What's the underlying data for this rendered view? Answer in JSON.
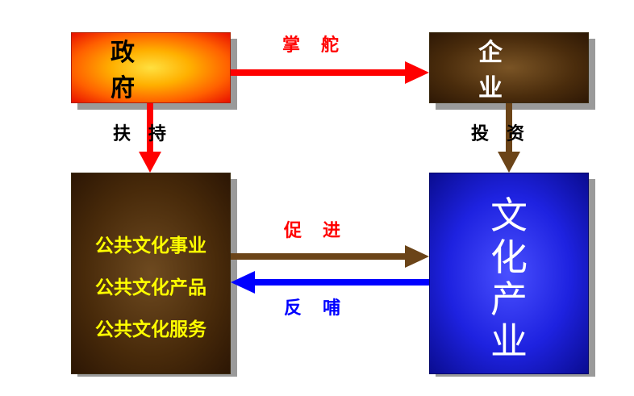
{
  "government": {
    "title": "政 府"
  },
  "enterprise": {
    "title": "企 业"
  },
  "public_culture": {
    "items": [
      "公共文化事业",
      "公共文化产品",
      "公共文化服务"
    ]
  },
  "culture_industry": {
    "title": "文化产业"
  },
  "edges": {
    "steer": "掌舵",
    "support": "扶持",
    "invest": "投资",
    "promote": "促进",
    "feedback": "反哺"
  },
  "colors": {
    "red_arrow": "#ff0000",
    "brown_arrow": "#6b4418",
    "blue_arrow": "#0000ff",
    "label_red": "#ff0000",
    "label_blue": "#0000ff",
    "list_text": "#ffff00"
  }
}
